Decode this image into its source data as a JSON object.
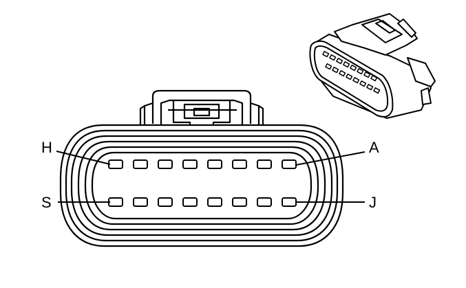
{
  "diagram": {
    "pin_labels": {
      "top_left": "H",
      "top_right": "A",
      "bottom_left": "S",
      "bottom_right": "J"
    },
    "pin_rows": 2,
    "pins_per_row": 8
  },
  "colors": {
    "stroke": "#000000",
    "background": "#ffffff"
  }
}
